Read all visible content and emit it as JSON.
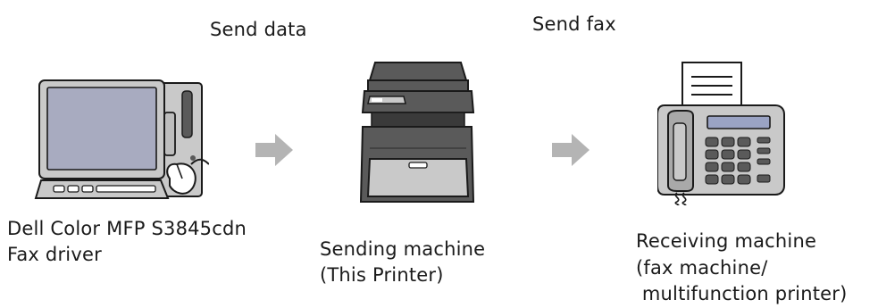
{
  "steps": {
    "send_data": "Send data",
    "send_fax": "Send fax"
  },
  "nodes": {
    "computer": {
      "line1": "Dell Color MFP S3845cdn",
      "line2": "Fax driver"
    },
    "printer": {
      "line1": "Sending machine",
      "line2": "(This Printer)"
    },
    "fax": {
      "line1": "Receiving machine",
      "line2": "(fax machine/",
      "line3": " multifunction printer)"
    }
  },
  "colors": {
    "outline": "#1a1a1a",
    "body_gray": "#c9c9c9",
    "dark_gray": "#5a5a5a",
    "screen": "#a8abc0",
    "arrow": "#b4b4b4",
    "panel": "#9aa3c4"
  }
}
